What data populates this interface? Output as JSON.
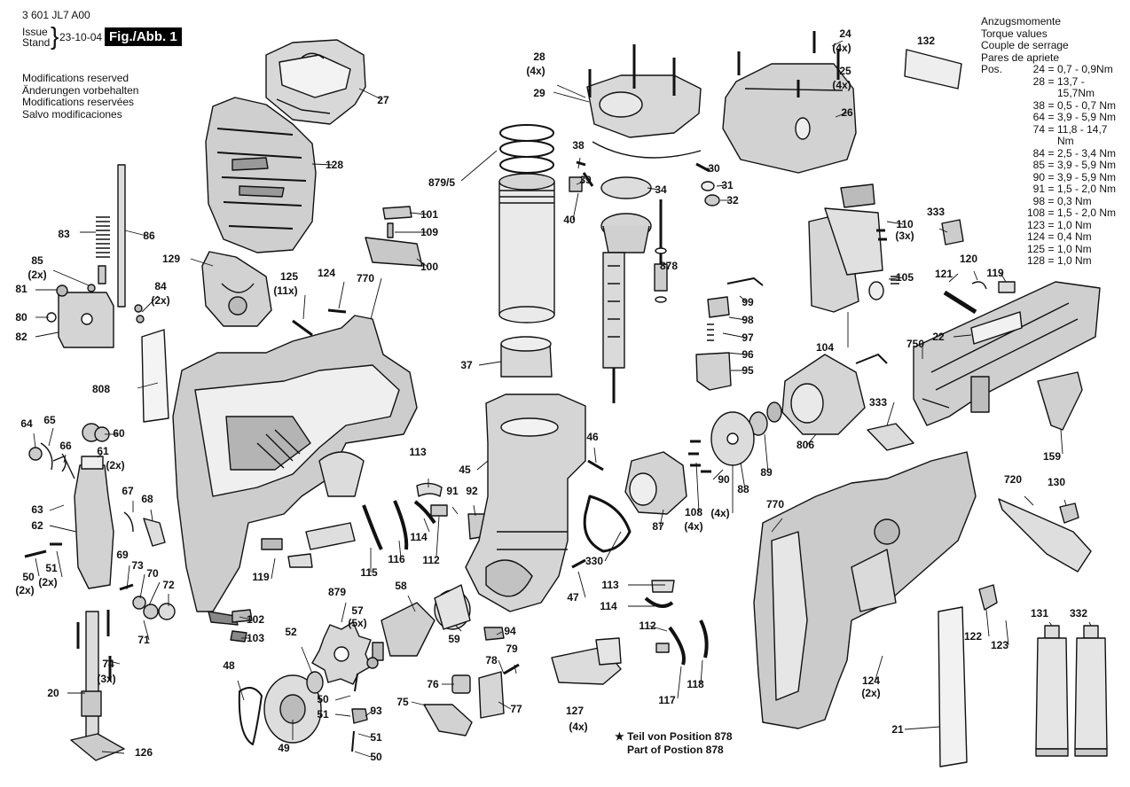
{
  "header": {
    "part_number": "3 601 JL7 A00",
    "issue_label_en": "Issue",
    "issue_label_de": "Stand",
    "issue_date": "23-10-04",
    "figure_label": "Fig./Abb. 1"
  },
  "modifications": [
    "Modifications reserved",
    "Änderungen vorbehalten",
    "Modifications reservées",
    "Salvo modificaciones"
  ],
  "torque": {
    "titles": [
      "Anzugsmomente",
      "Torque values",
      "Couple de serrage",
      "Pares de apriete"
    ],
    "pos_label": "Pos.",
    "rows": [
      {
        "pos": "24",
        "value": "0,7 - 0,9Nm"
      },
      {
        "pos": "28",
        "value": "13,7 - 15,7Nm"
      },
      {
        "pos": "38",
        "value": "0,5 - 0,7 Nm"
      },
      {
        "pos": "64",
        "value": "3,9 - 5,9 Nm"
      },
      {
        "pos": "74",
        "value": "11,8 - 14,7 Nm"
      },
      {
        "pos": "84",
        "value": "2,5 - 3,4 Nm"
      },
      {
        "pos": "85",
        "value": "3,9 - 5,9 Nm"
      },
      {
        "pos": "90",
        "value": "3,9 - 5,9 Nm"
      },
      {
        "pos": "91",
        "value": "1,5 - 2,0 Nm"
      },
      {
        "pos": "98",
        "value": "0,3 Nm"
      },
      {
        "pos": "108",
        "value": "1,5 - 2,0 Nm"
      },
      {
        "pos": "123",
        "value": "1,0 Nm"
      },
      {
        "pos": "124",
        "value": "0,4 Nm"
      },
      {
        "pos": "125",
        "value": "1,0 Nm"
      },
      {
        "pos": "128",
        "value": "1,0 Nm"
      }
    ]
  },
  "footnote": {
    "star": "★",
    "line1": "Teil von Position 878",
    "line2": "Part of Postion 878"
  },
  "callouts": [
    "27",
    "128",
    "129",
    "83",
    "86",
    "85",
    "(2x)",
    "81",
    "80",
    "82",
    "84",
    "(2x)",
    "808",
    "125",
    "(11x)",
    "124",
    "770",
    "101",
    "109",
    "100",
    "64",
    "65",
    "66",
    "60",
    "61",
    "(2x)",
    "63",
    "62",
    "67",
    "68",
    "50",
    "(2x)",
    "51",
    "(2x)",
    "69",
    "73",
    "70",
    "72",
    "71",
    "74",
    "(3x)",
    "20",
    "126",
    "119",
    "115",
    "116",
    "102",
    "103",
    "113",
    "114",
    "112",
    "91",
    "92",
    "48",
    "49",
    "52",
    "879",
    "57",
    "(5x)",
    "58",
    "59",
    "50",
    "51",
    "93",
    "51",
    "50",
    "94",
    "76",
    "78",
    "79",
    "77",
    "75",
    "127",
    "(4x)",
    "28",
    "(4x)",
    "29",
    "38",
    "39",
    "40",
    "879/5",
    "37",
    "45",
    "46",
    "47",
    "330",
    "34",
    "878",
    "30",
    "31",
    "32",
    "24",
    "(4x)",
    "25",
    "(4x)",
    "26",
    "99",
    "98",
    "97",
    "96",
    "95",
    "87",
    "113",
    "114",
    "112",
    "117",
    "118",
    "108",
    "(4x)",
    "90",
    "(4x)",
    "88",
    "89",
    "806",
    "110",
    "(3x)",
    "105",
    "104",
    "132",
    "333",
    "121",
    "120",
    "119",
    "22",
    "750",
    "333",
    "159",
    "720",
    "130",
    "770",
    "122",
    "123",
    "124",
    "(2x)",
    "21",
    "131",
    "332"
  ]
}
